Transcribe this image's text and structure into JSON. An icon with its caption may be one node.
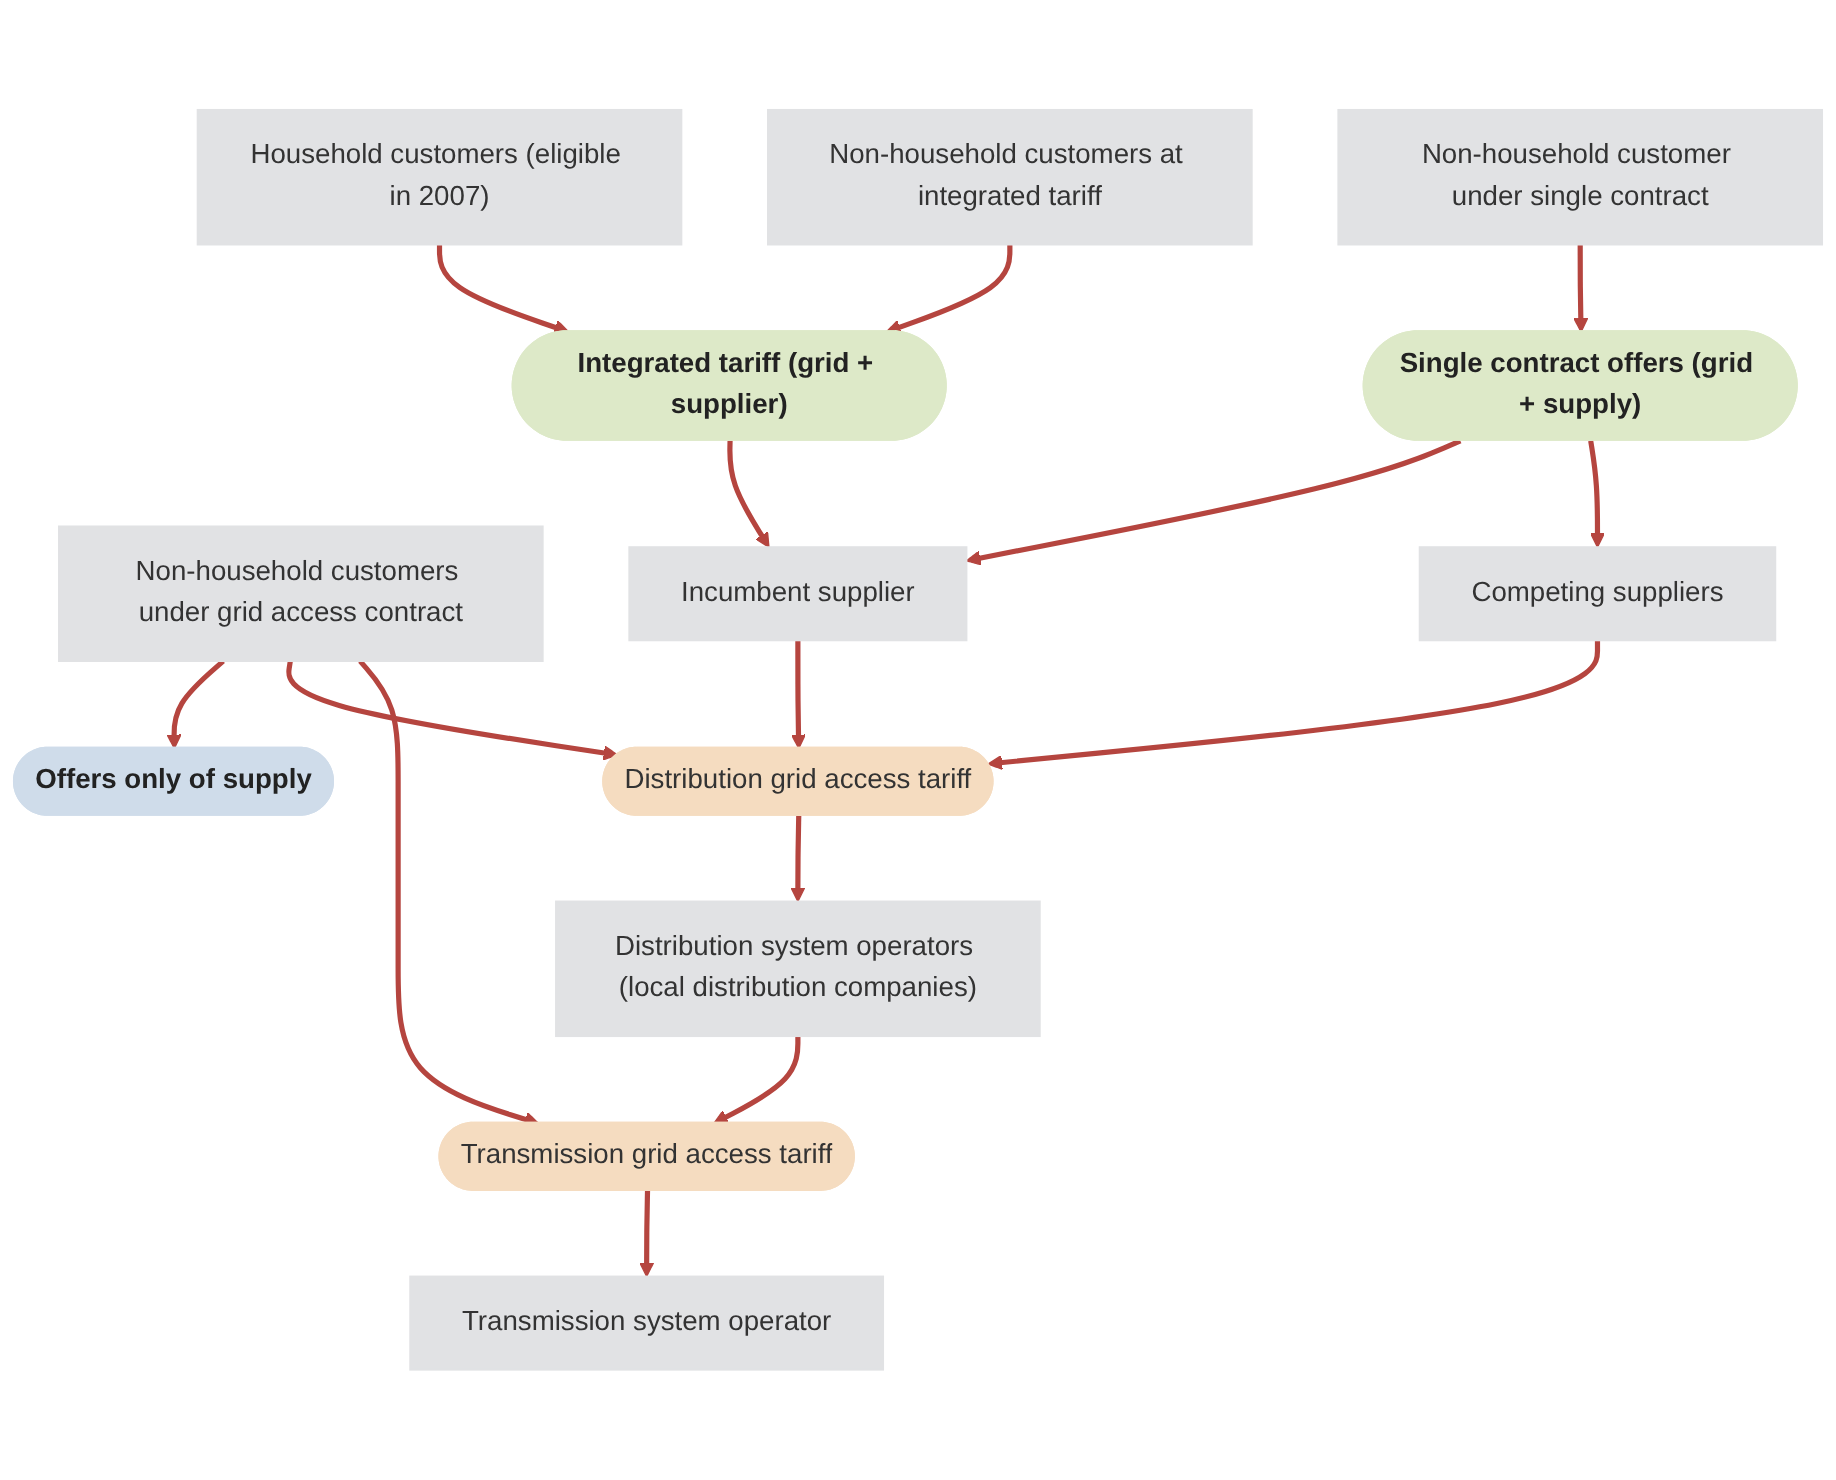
{
  "diagram": {
    "nodes": [
      {
        "text": [
          "Household customers (eligible in 2007)"
        ]
      },
      {
        "text": [
          "Non-household customers at integrated tariff"
        ]
      },
      {
        "text": [
          "Non-household customer under single contract"
        ]
      },
      {
        "text": [
          "Non-household customers under grid access contract"
        ]
      },
      {
        "text": [
          "Integrated tariff (grid + supplier)"
        ]
      },
      {
        "text": [
          "Single contract offers (grid + supply)"
        ]
      },
      {
        "text": [
          "Offers only of supply"
        ]
      },
      {
        "text": [
          "Incumbent supplier"
        ]
      },
      {
        "text": [
          "Competing suppliers"
        ]
      },
      {
        "text": [
          "Distribution grid access tariff"
        ]
      },
      {
        "text": [
          "Distribution system operators (local distribution companies)"
        ]
      },
      {
        "text": [
          "Transmission grid access tariff"
        ]
      },
      {
        "text": [
          "Transmission system operator"
        ]
      }
    ],
    "edges": [
      {
        "from": 0,
        "to": 4,
        "arrow": "to"
      },
      {
        "from": 1,
        "to": 4,
        "arrow": "to"
      },
      {
        "from": 2,
        "to": 5,
        "arrow": "to"
      },
      {
        "from": 3,
        "to": 6,
        "arrow": "to"
      },
      {
        "from": 4,
        "to": 7,
        "arrow": "to"
      },
      {
        "from": 5,
        "to": 7,
        "arrow": "to"
      },
      {
        "from": 5,
        "to": 8,
        "arrow": "to"
      },
      {
        "from": 3,
        "to": 9,
        "arrow": "to"
      },
      {
        "from": 7,
        "to": 9,
        "arrow": "to"
      },
      {
        "from": 8,
        "to": 9,
        "arrow": "to"
      },
      {
        "from": 9,
        "to": 10,
        "arrow": "to"
      },
      {
        "from": 10,
        "to": 11,
        "arrow": "to"
      },
      {
        "from": 3,
        "to": 11,
        "arrow": "to"
      },
      {
        "from": 11,
        "to": 12,
        "arrow": "to"
      }
    ]
  }
}
